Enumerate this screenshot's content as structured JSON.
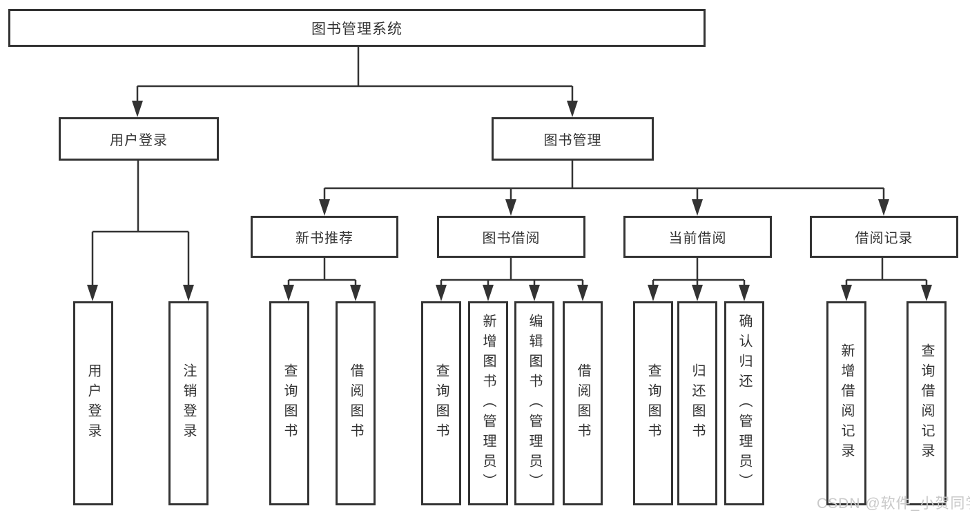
{
  "colors": {
    "line": "#333333",
    "box_border": "#333333",
    "text": "#333333",
    "watermark": "#c9c9c9",
    "background": "#ffffff"
  },
  "watermark": {
    "text": "CSDN @软件_小贺同学"
  },
  "diagram": {
    "root": {
      "label": "图书管理系统"
    },
    "branches": {
      "user_login": {
        "label": "用户登录",
        "children": [
          {
            "label": "用户登录"
          },
          {
            "label": "注销登录"
          }
        ]
      },
      "book_management": {
        "label": "图书管理",
        "modules": [
          {
            "label": "新书推荐",
            "children": [
              {
                "label": "查询图书"
              },
              {
                "label": "借阅图书"
              }
            ]
          },
          {
            "label": "图书借阅",
            "children": [
              {
                "label": "查询图书"
              },
              {
                "label": "新增图书（管理员）"
              },
              {
                "label": "编辑图书（管理员）"
              },
              {
                "label": "借阅图书"
              }
            ]
          },
          {
            "label": "当前借阅",
            "children": [
              {
                "label": "查询图书"
              },
              {
                "label": "归还图书"
              },
              {
                "label": "确认归还（管理员）"
              }
            ]
          },
          {
            "label": "借阅记录",
            "children": [
              {
                "label": "新增借阅记录"
              },
              {
                "label": "查询借阅记录"
              }
            ]
          }
        ]
      }
    }
  }
}
